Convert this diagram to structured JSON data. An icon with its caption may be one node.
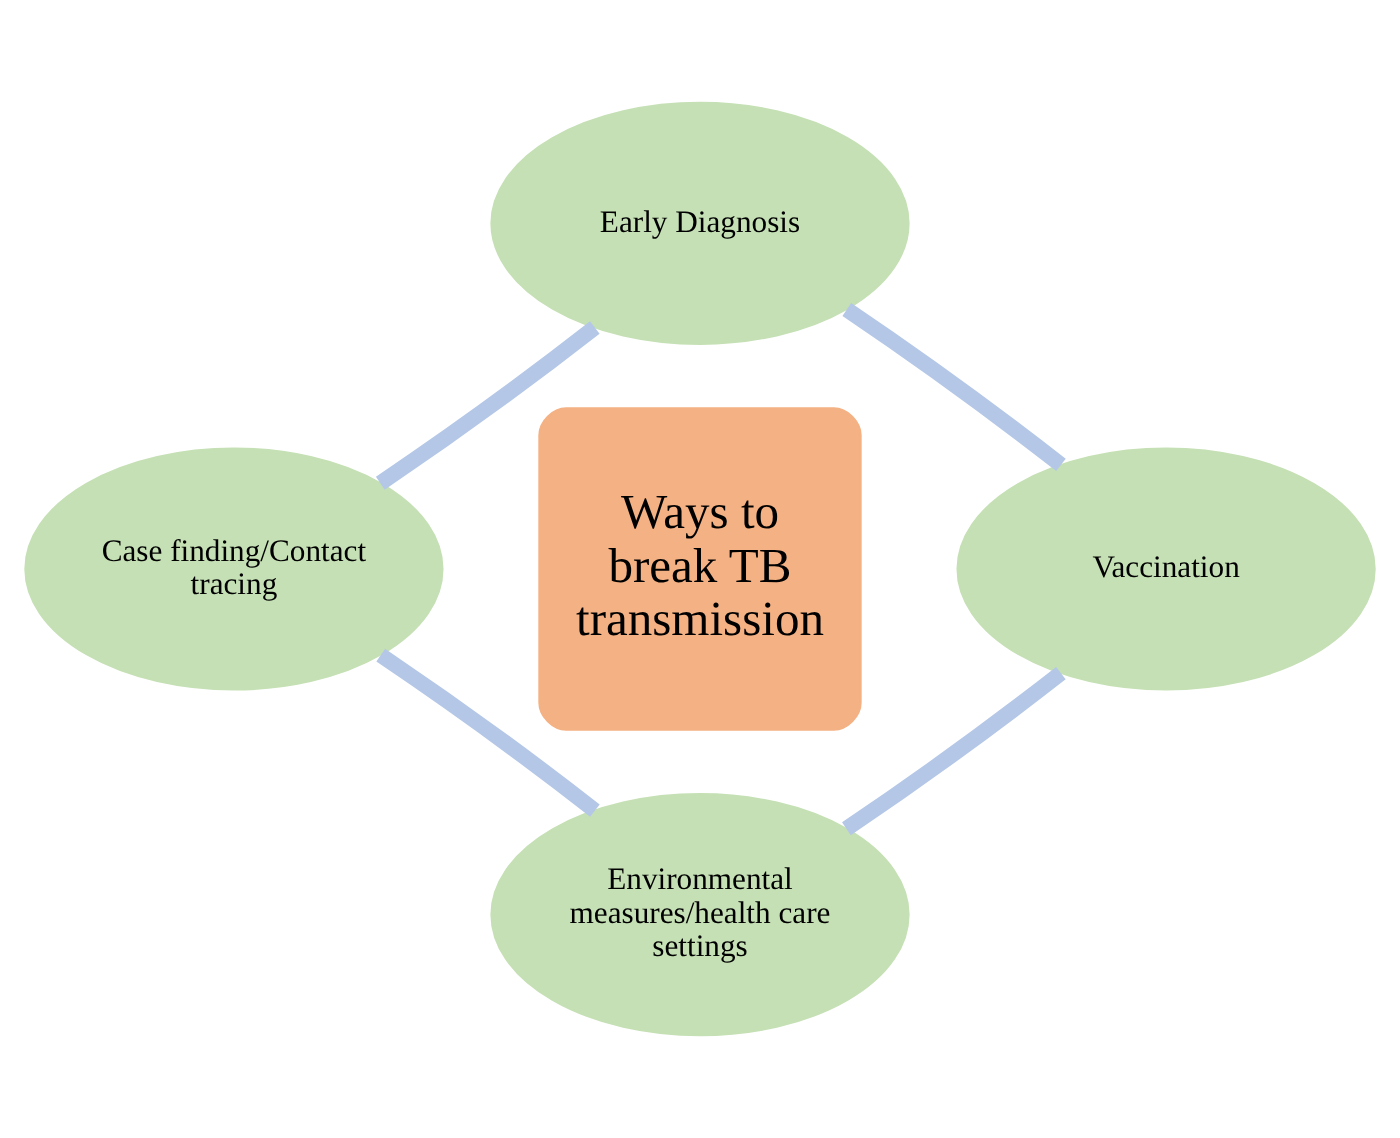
{
  "diagram": {
    "nodes": [
      {
        "text": [
          "Ways to break TB transmission"
        ]
      },
      {
        "text": [
          "Early Diagnosis"
        ]
      },
      {
        "text": [
          "Vaccination"
        ]
      },
      {
        "text": [
          "Environmental measures/health care settings"
        ]
      },
      {
        "text": [
          "Case finding/Contact tracing"
        ]
      }
    ],
    "edges": [
      {
        "from": 1,
        "to": 2,
        "arrow": "none"
      },
      {
        "from": 2,
        "to": 3,
        "arrow": "none"
      },
      {
        "from": 3,
        "to": 4,
        "arrow": "none"
      },
      {
        "from": 4,
        "to": 1,
        "arrow": "none"
      }
    ]
  }
}
